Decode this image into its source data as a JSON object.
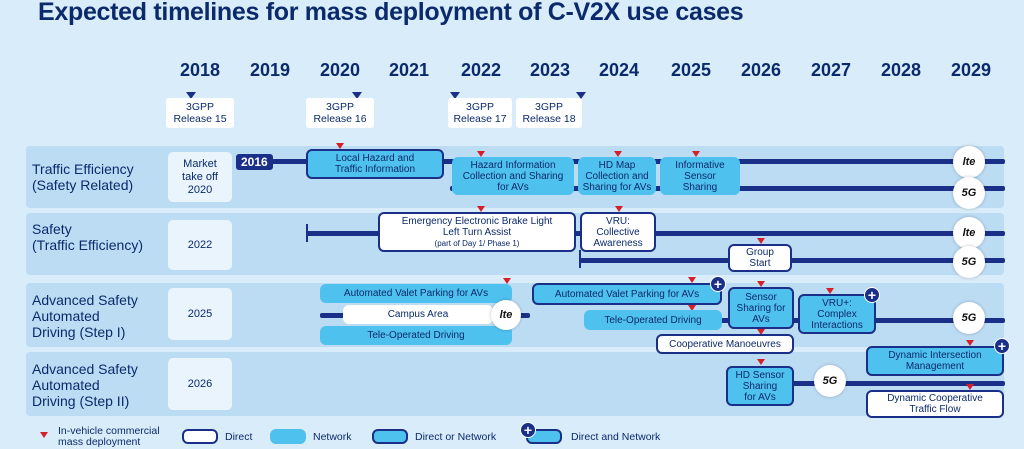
{
  "title": "Expected timelines for mass deployment of C-V2X use cases",
  "years": [
    "2018",
    "2019",
    "2020",
    "2021",
    "2022",
    "2023",
    "2024",
    "2025",
    "2026",
    "2027",
    "2028",
    "2029"
  ],
  "releases": [
    "3GPP\nRelease 15",
    "3GPP\nRelease 16",
    "3GPP\nRelease 17",
    "3GPP\nRelease 18"
  ],
  "rows": [
    {
      "label": "Traffic Efficiency\n(Safety Related)",
      "year": "Market\ntake off\n2020",
      "marker": "2016"
    },
    {
      "label": "Safety\n(Traffic Efficiency)",
      "year": "2022"
    },
    {
      "label": "Advanced Safety\nAutomated\nDriving (Step I)",
      "year": "2025"
    },
    {
      "label": "Advanced Safety\nAutomated\nDriving (Step II)",
      "year": "2026"
    }
  ],
  "boxes": {
    "local_hazard": "Local Hazard and\nTraffic Information",
    "hazard_collection": "Hazard Information\nCollection and Sharing\nfor AVs",
    "hd_map": "HD Map\nCollection and\nSharing for AVs",
    "informative_sensor": "Informative\nSensor\nSharing",
    "eebl": "Emergency Electronic Brake Light\nLeft Turn Assist",
    "eebl_note": "(part of Day 1/ Phase 1)",
    "vru": "VRU:\nCollective\nAwareness",
    "group_start": "Group\nStart",
    "avp_network": "Automated Valet Parking for AVs",
    "campus": "Campus Area",
    "teleop_network": "Tele-Operated Driving",
    "avp_either": "Automated Valet Parking for AVs",
    "teleop_2": "Tele-Operated Driving",
    "sensor_sharing": "Sensor\nSharing for\nAVs",
    "vru_plus": "VRU+:\nComplex\nInteractions",
    "coop_manoeuvres": "Cooperative Manoeuvres",
    "dyn_intersection": "Dynamic Intersection\nManagement",
    "hd_sensor": "HD Sensor\nSharing\nfor AVs",
    "dyn_coop": "Dynamic Cooperative\nTraffic Flow"
  },
  "tech": {
    "lte": "lte",
    "fiveg": "5G",
    "plus": "+"
  },
  "legend": {
    "deployment": "In-vehicle commercial\nmass deployment",
    "direct": "Direct",
    "network": "Network",
    "either": "Direct or Network",
    "both": "Direct and Network"
  },
  "colors": {
    "navy": "#1a2f88",
    "cyan": "#4fc1ee",
    "red": "#d4202a",
    "band": "#bcdcf4"
  }
}
